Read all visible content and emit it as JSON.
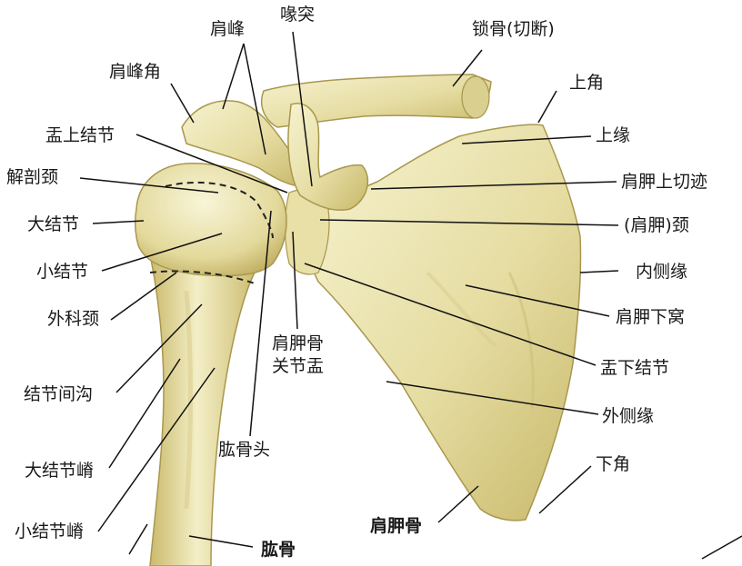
{
  "labels": {
    "acromion": "肩峰",
    "coracoid": "喙突",
    "clavicle": "锁骨(切断)",
    "acromial_angle": "肩峰角",
    "superior_angle": "上角",
    "supraglenoid": "盂上结节",
    "superior_border": "上缘",
    "anatomical_neck": "解剖颈",
    "scapular_notch": "肩胛上切迹",
    "greater_tubercle": "大结节",
    "scapular_neck": "(肩胛)颈",
    "lesser_tubercle": "小结节",
    "medial_border": "内侧缘",
    "surgical_neck": "外科颈",
    "subscapular_fossa": "肩胛下窝",
    "glenoid_line1": "肩胛骨",
    "glenoid_line2": "关节盂",
    "infraglenoid": "盂下结节",
    "intertubercular": "结节间沟",
    "lateral_border": "外侧缘",
    "greater_crest": "大结节嵴",
    "humeral_head": "肱骨头",
    "inferior_angle": "下角",
    "lesser_crest": "小结节嵴",
    "scapula": "肩胛骨",
    "humerus": "肱骨"
  },
  "colors": {
    "bone_light": "#f3efc4",
    "bone_mid": "#e2d99a",
    "bone_shadow": "#b9a95a",
    "bone_outline": "#8c7c3a",
    "leader": "#111111"
  }
}
